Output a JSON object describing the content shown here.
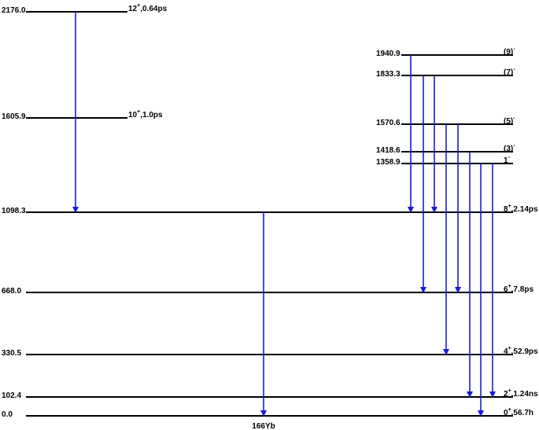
{
  "nucleus": "166Yb",
  "colors": {
    "levels": "#000000",
    "transitions": "#1a1ad6"
  },
  "levels": [
    {
      "id": "L2176",
      "energy": "2176.0",
      "spin": "12",
      "parity": "+",
      "lifetime": ",0.64ps",
      "band": "left"
    },
    {
      "id": "L1605",
      "energy": "1605.9",
      "spin": "10",
      "parity": "+",
      "lifetime": ",1.0ps",
      "band": "left"
    },
    {
      "id": "L1940",
      "energy": "1940.9",
      "spin": "(9)",
      "parity": "-",
      "lifetime": "",
      "band": "right"
    },
    {
      "id": "L1833",
      "energy": "1833.3",
      "spin": "(7)",
      "parity": "-",
      "lifetime": "",
      "band": "right"
    },
    {
      "id": "L1570",
      "energy": "1570.6",
      "spin": "(5)",
      "parity": "-",
      "lifetime": "",
      "band": "right"
    },
    {
      "id": "L1418",
      "energy": "1418.6",
      "spin": "(3)",
      "parity": "-",
      "lifetime": "",
      "band": "right"
    },
    {
      "id": "L1358",
      "energy": "1358.9",
      "spin": "1",
      "parity": "-",
      "lifetime": "",
      "band": "right"
    },
    {
      "id": "L1098",
      "energy": "1098.3",
      "spin": "8",
      "parity": "+",
      "lifetime": ",2.14ps",
      "band": "full"
    },
    {
      "id": "L668",
      "energy": "668.0",
      "spin": "6",
      "parity": "+",
      "lifetime": ",7.8ps",
      "band": "full"
    },
    {
      "id": "L330",
      "energy": "330.5",
      "spin": "4",
      "parity": "+",
      "lifetime": ",52.9ps",
      "band": "full"
    },
    {
      "id": "L102",
      "energy": "102.4",
      "spin": "2",
      "parity": "+",
      "lifetime": ",1.24ns",
      "band": "full"
    },
    {
      "id": "L0",
      "energy": "0.0",
      "spin": "0",
      "parity": "+",
      "lifetime": ",56.7h",
      "band": "full"
    }
  ],
  "transitions": [
    {
      "from": "L2176",
      "to": "L1098"
    },
    {
      "from": "L1098",
      "to": "L0"
    },
    {
      "from": "L1940",
      "to": "L1098"
    },
    {
      "from": "L1833",
      "to": "L668"
    },
    {
      "from": "L1833",
      "to": "L1098"
    },
    {
      "from": "L1570",
      "to": "L330"
    },
    {
      "from": "L1570",
      "to": "L668"
    },
    {
      "from": "L1418",
      "to": "L102"
    },
    {
      "from": "L1358",
      "to": "L0"
    },
    {
      "from": "L1358",
      "to": "L102"
    }
  ]
}
